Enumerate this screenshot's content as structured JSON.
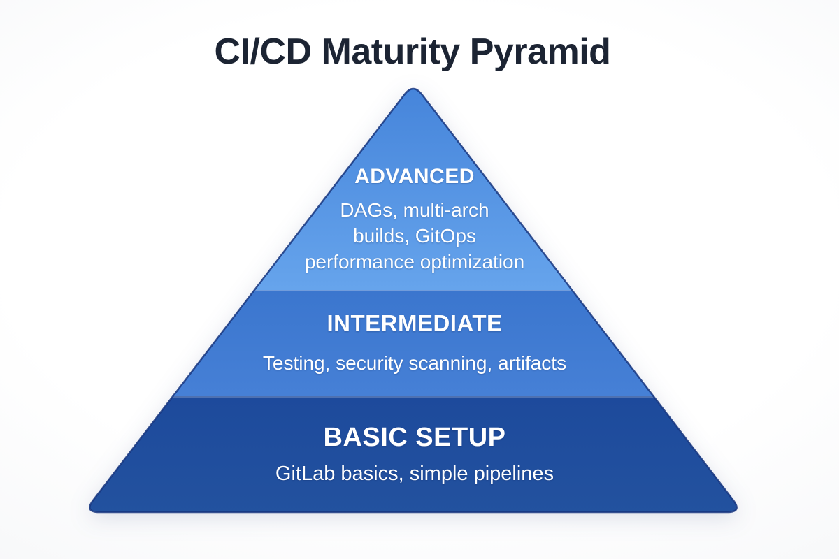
{
  "title": "CI/CD Maturity Pyramid",
  "colors": {
    "background": "#ffffff",
    "title_text": "#1c2433",
    "tier_text": "#ffffff"
  },
  "pyramid": {
    "type": "pyramid",
    "tiers": [
      {
        "id": "advanced",
        "level": 3,
        "label": "ADVANCED",
        "description_lines": [
          "DAGs, multi-arch",
          "builds, GitOps",
          "performance optimization"
        ],
        "colors": {
          "top": "#4382d9",
          "bottom": "#66a4ec"
        }
      },
      {
        "id": "intermediate",
        "level": 2,
        "label": "INTERMEDIATE",
        "description_lines": [
          "Testing, security scanning, artifacts"
        ],
        "colors": {
          "top": "#3b76ce",
          "bottom": "#4680d6"
        }
      },
      {
        "id": "basic",
        "level": 1,
        "label": "BASIC SETUP",
        "description_lines": [
          "GitLab basics, simple pipelines"
        ],
        "colors": {
          "top": "#1d4a9c",
          "bottom": "#23529f"
        }
      }
    ],
    "edge_colors": {
      "top": "#3d7bd2",
      "bottom": "#16357f"
    }
  }
}
